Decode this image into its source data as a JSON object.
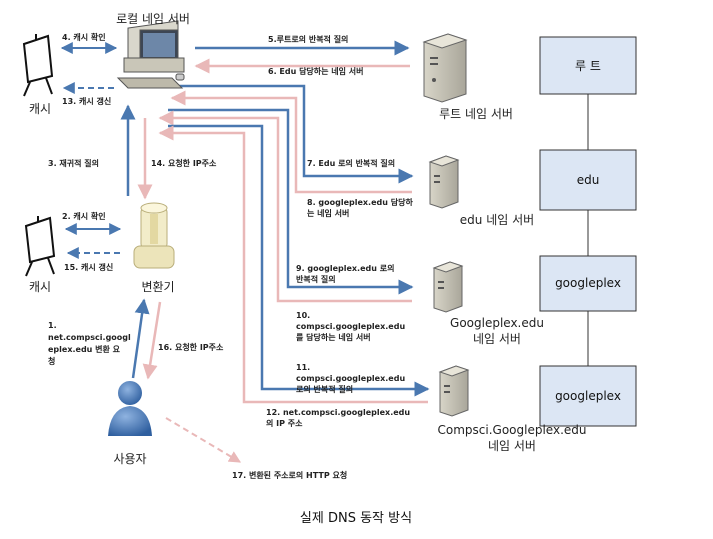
{
  "diagram": {
    "caption": "실제 DNS 동작 방식",
    "nodes": {
      "local_ns": "로컬 네임 서버",
      "cache_top": "캐시",
      "cache_mid": "캐시",
      "resolver": "변환기",
      "user": "사용자",
      "root_ns": "루트 네임 서버",
      "edu_ns": "edu 네임 서버",
      "googleplex_ns_l1": "Googleplex.edu",
      "googleplex_ns_l2": "네임 서버",
      "compsci_ns_l1": "Compsci.Googleplex.edu",
      "compsci_ns_l2": "네임 서버"
    },
    "hierarchy": [
      "루 트",
      "edu",
      "googleplex",
      "googleplex"
    ],
    "steps": {
      "s1_l1": "1.",
      "s1_l2": "net.compsci.googl",
      "s1_l3": "eplex.edu 변환 요",
      "s1_l4": "청",
      "s2": "2. 캐시 확인",
      "s3": "3. 재귀적 질의",
      "s4": "4. 캐시 확인",
      "s5": "5.루트로의 반복적 질의",
      "s6": "6. Edu 담당하는 네임 서버",
      "s7": "7. Edu 로의 반복적 질의",
      "s8_l1": "8. googleplex.edu 담당하",
      "s8_l2": "는 네임 서버",
      "s9_l1": "9. googleplex.edu 로의",
      "s9_l2": "반복적 질의",
      "s10_l1": "10.",
      "s10_l2": "compsci.googleplex.edu",
      "s10_l3": "를 담당하는 네임 서버",
      "s11_l1": "11.",
      "s11_l2": "compsci.googleplex.edu",
      "s11_l3": "로의 반복적 질의",
      "s12_l1": "12. net.compsci.googleplex.edu",
      "s12_l2": "의 IP 주소",
      "s13": "13. 캐시 갱신",
      "s14": "14. 요청한 IP주소",
      "s15": "15. 캐시 갱신",
      "s16": "16. 요청한 IP주소",
      "s17": "17. 변환된 주소로의 HTTP 요청"
    },
    "colors": {
      "query_arrow": "#4a78b0",
      "response_arrow": "#e9b8b8",
      "hierarchy_fill": "#dce6f4",
      "user_blue": "#3f6fb0"
    }
  }
}
